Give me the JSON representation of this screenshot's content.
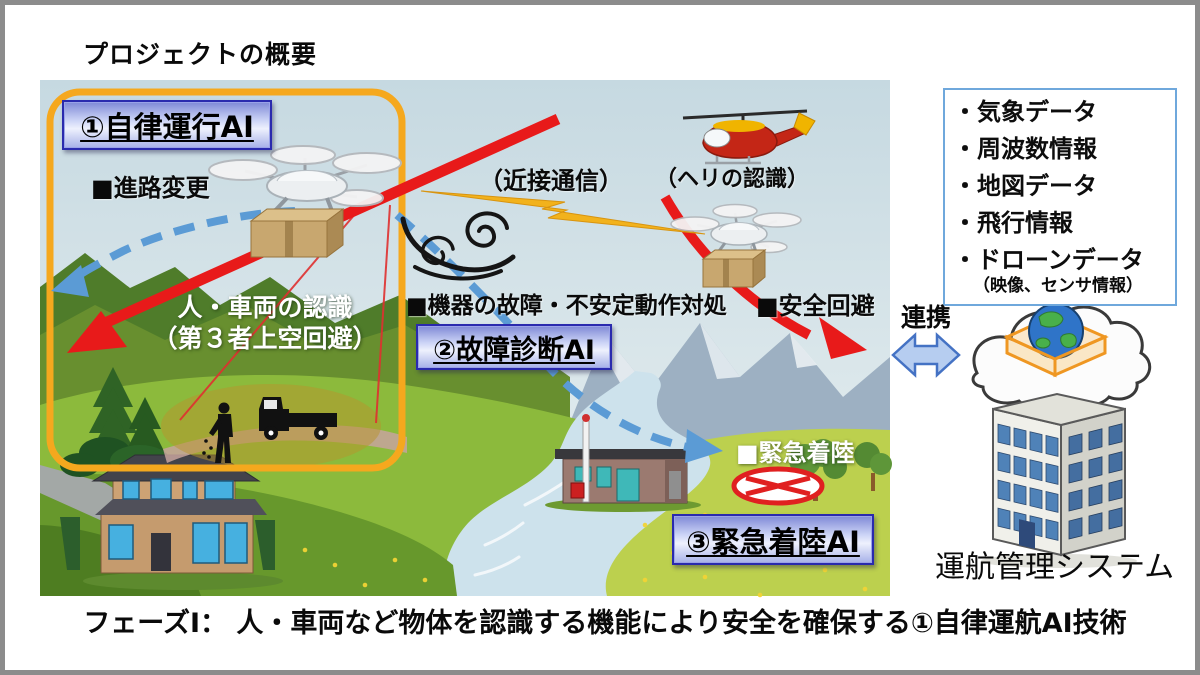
{
  "title": "プロジェクトの概要",
  "caption": "フェーズⅠ： 人・車両など物体を認識する機能により安全を確保する①自律運航AI技術",
  "labels": {
    "ai1": "①自律運行AI",
    "route_change": "■進路変更",
    "proximity_comm": "（近接通信）",
    "heli_recognition": "（ヘリの認識）",
    "recognition_line1": "人・車両の認識",
    "recognition_line2": "（第３者上空回避）",
    "fault_handling": "■機器の故障・不安定動作対処",
    "ai2": "②故障診断AI",
    "safe_avoidance": "■安全回避",
    "emergency_landing": "■緊急着陸",
    "ai3": "③緊急着陸AI",
    "cooperation": "連携",
    "system_name": "運航管理システム"
  },
  "data_panel": {
    "items": [
      "・気象データ",
      "・周波数情報",
      "・地図データ",
      "・飛行情報",
      "・ドローンデータ"
    ],
    "subnote": "（映像、センサ情報）"
  },
  "icons": {
    "drone": "drone-icon",
    "helicopter": "helicopter-icon",
    "lightning": "lightning-icon",
    "wind_gust": "wind-gust-icon",
    "landing_pad": "no-landing-pad-icon",
    "cloud_globe": "cloud-globe-icon",
    "building": "control-center-building-icon",
    "double_arrow": "link-double-arrow-icon"
  },
  "colors": {
    "highlight_box": "#F5A81E",
    "alert_arrow": "#E81A1A",
    "route_arrow": "#5B9BD5",
    "label_box_border": "#2A2AAE",
    "panel_border": "#6FA8DC",
    "sky": "#C6D9E1"
  }
}
